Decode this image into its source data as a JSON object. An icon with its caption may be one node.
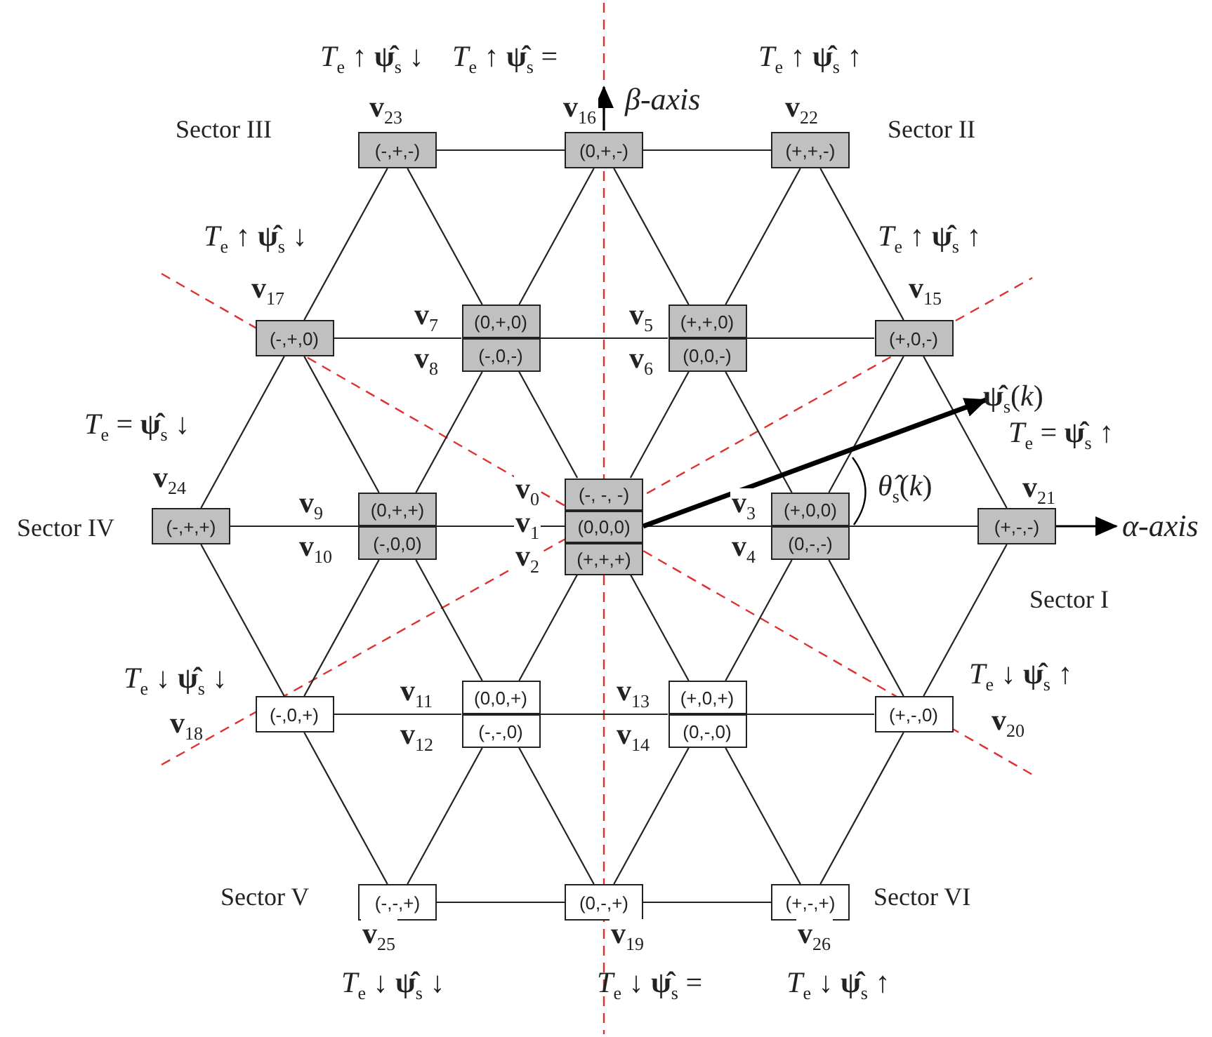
{
  "diagram": {
    "nodes": [
      {
        "text": [
          "(-,+,-)"
        ],
        "beside": [
          "**v**$_{23}$"
        ]
      },
      {
        "text": [
          "(0,+,-)"
        ],
        "beside": [
          "**v**$_{16}$"
        ]
      },
      {
        "text": [
          "(+,+,-)"
        ],
        "beside": [
          "**v**$_{22}$"
        ]
      },
      {
        "text": [
          "(-,+,0)"
        ],
        "beside": [
          "**v**$_{17}$"
        ]
      },
      {
        "text": [
          "(0,+,0)"
        ],
        "beside": [
          "**v**$_{7}$"
        ]
      },
      {
        "text": [
          "(-,0,-)"
        ],
        "beside": [
          "**v**$_{8}$"
        ]
      },
      {
        "text": [
          "(+,+,0)"
        ],
        "beside": [
          "**v**$_{5}$"
        ]
      },
      {
        "text": [
          "(0,0,-)"
        ],
        "beside": [
          "**v**$_{6}$"
        ]
      },
      {
        "text": [
          "(+,0,-)"
        ],
        "beside": [
          "**v**$_{15}$"
        ]
      },
      {
        "text": [
          "(-,+,+)"
        ],
        "beside": [
          "**v**$_{24}$"
        ]
      },
      {
        "text": [
          "(0,+,+)"
        ],
        "beside": [
          "**v**$_{9}$"
        ]
      },
      {
        "text": [
          "(-,0,0)"
        ],
        "beside": [
          "**v**$_{10}$"
        ]
      },
      {
        "text": [
          "(-, -, -)"
        ],
        "beside": [
          "**v**$_{0}$"
        ]
      },
      {
        "text": [
          "(0,0,0)"
        ],
        "beside": [
          "**v**$_{1}$"
        ]
      },
      {
        "text": [
          "(+,+,+)"
        ],
        "beside": [
          "**v**$_{2}$"
        ]
      },
      {
        "text": [
          "(+,0,0)"
        ],
        "beside": [
          "**v**$_{3}$"
        ]
      },
      {
        "text": [
          "(0,-,-)"
        ],
        "beside": [
          "**v**$_{4}$"
        ]
      },
      {
        "text": [
          "(+,-,-)"
        ],
        "beside": [
          "**v**$_{21}$"
        ]
      },
      {
        "text": [
          "(-,0,+)"
        ],
        "beside": [
          "**v**$_{18}$"
        ]
      },
      {
        "text": [
          "(0,0,+)"
        ],
        "beside": [
          "**v**$_{11}$"
        ]
      },
      {
        "text": [
          "(-,-,0)"
        ],
        "beside": [
          "**v**$_{12}$"
        ]
      },
      {
        "text": [
          "(+,0,+)"
        ],
        "beside": [
          "**v**$_{13}$"
        ]
      },
      {
        "text": [
          "(0,-,0)"
        ],
        "beside": [
          "**v**$_{14}$"
        ]
      },
      {
        "text": [
          "(+,-,0)"
        ],
        "beside": [
          "**v**$_{20}$"
        ]
      },
      {
        "text": [
          "(-,-,+)"
        ],
        "beside": [
          "**v**$_{25}$"
        ]
      },
      {
        "text": [
          "(0,-,+)"
        ],
        "beside": [
          "**v**$_{19}$"
        ]
      },
      {
        "text": [
          "(+,-,+)"
        ],
        "beside": [
          "**v**$_{26}$"
        ]
      }
    ],
    "edges": [
      {
        "from": 0,
        "to": 1,
        "arrow": "none"
      },
      {
        "from": 1,
        "to": 2,
        "arrow": "none"
      },
      {
        "from": 3,
        "to": 4,
        "arrow": "none"
      },
      {
        "from": 4,
        "to": 6,
        "arrow": "none"
      },
      {
        "from": 6,
        "to": 8,
        "arrow": "none"
      },
      {
        "from": 9,
        "to": 10,
        "arrow": "none"
      },
      {
        "from": 10,
        "to": 13,
        "arrow": "none"
      },
      {
        "from": 13,
        "to": 15,
        "arrow": "none"
      },
      {
        "from": 15,
        "to": 17,
        "arrow": "none"
      },
      {
        "from": 18,
        "to": 19,
        "arrow": "none"
      },
      {
        "from": 19,
        "to": 21,
        "arrow": "none"
      },
      {
        "from": 21,
        "to": 23,
        "arrow": "none"
      },
      {
        "from": 24,
        "to": 25,
        "arrow": "none"
      },
      {
        "from": 25,
        "to": 26,
        "arrow": "none"
      },
      {
        "from": 0,
        "to": 3,
        "arrow": "none"
      },
      {
        "from": 0,
        "to": 4,
        "arrow": "none"
      },
      {
        "from": 1,
        "to": 4,
        "arrow": "none"
      },
      {
        "from": 1,
        "to": 6,
        "arrow": "none"
      },
      {
        "from": 2,
        "to": 6,
        "arrow": "none"
      },
      {
        "from": 2,
        "to": 8,
        "arrow": "none"
      },
      {
        "from": 3,
        "to": 9,
        "arrow": "none"
      },
      {
        "from": 3,
        "to": 10,
        "arrow": "none"
      },
      {
        "from": 5,
        "to": 10,
        "arrow": "none"
      },
      {
        "from": 5,
        "to": 12,
        "arrow": "none"
      },
      {
        "from": 7,
        "to": 12,
        "arrow": "none"
      },
      {
        "from": 7,
        "to": 15,
        "arrow": "none"
      },
      {
        "from": 8,
        "to": 15,
        "arrow": "none"
      },
      {
        "from": 8,
        "to": 17,
        "arrow": "none"
      },
      {
        "from": 9,
        "to": 18,
        "arrow": "none"
      },
      {
        "from": 11,
        "to": 18,
        "arrow": "none"
      },
      {
        "from": 11,
        "to": 19,
        "arrow": "none"
      },
      {
        "from": 14,
        "to": 19,
        "arrow": "none"
      },
      {
        "from": 14,
        "to": 21,
        "arrow": "none"
      },
      {
        "from": 16,
        "to": 21,
        "arrow": "none"
      },
      {
        "from": 16,
        "to": 23,
        "arrow": "none"
      },
      {
        "from": 17,
        "to": 23,
        "arrow": "none"
      },
      {
        "from": 18,
        "to": 24,
        "arrow": "none"
      },
      {
        "from": 20,
        "to": 24,
        "arrow": "none"
      },
      {
        "from": 20,
        "to": 25,
        "arrow": "none"
      },
      {
        "from": 22,
        "to": 25,
        "arrow": "none"
      },
      {
        "from": 22,
        "to": 26,
        "arrow": "none"
      },
      {
        "from": 23,
        "to": 26,
        "arrow": "none"
      }
    ],
    "labels": [
      "*T*$_{e}$ ↑ **ψ̂**$_{s}$ ↓",
      "*T*$_{e}$ ↑ **ψ̂**$_{s}$ =",
      "β-axis",
      "*T*$_{e}$ ↑ **ψ̂**$_{s}$ ↑",
      "Sector III",
      "Sector II",
      "*T*$_{e}$ ↑ **ψ̂**$_{s}$ ↓",
      "*T*$_{e}$ ↑ **ψ̂**$_{s}$ ↑",
      "**ψ̂**$_{s}$(*k*)",
      "*T*$_{e}$ = **ψ̂**$_{s}$ ↓",
      "*T*$_{e}$ = **ψ̂**$_{s}$ ↑",
      "*θ̂*$_{s}$(*k*)",
      "Sector IV",
      "α-axis",
      "Sector I",
      "*T*$_{e}$ ↓ **ψ̂**$_{s}$ ↓",
      "*T*$_{e}$ ↓ **ψ̂**$_{s}$ ↑",
      "Sector V",
      "Sector VI",
      "*T*$_{e}$ ↓ **ψ̂**$_{s}$ ↓",
      "*T*$_{e}$ ↓ **ψ̂**$_{s}$ =",
      "*T*$_{e}$ ↓ **ψ̂**$_{s}$ ↑"
    ]
  }
}
